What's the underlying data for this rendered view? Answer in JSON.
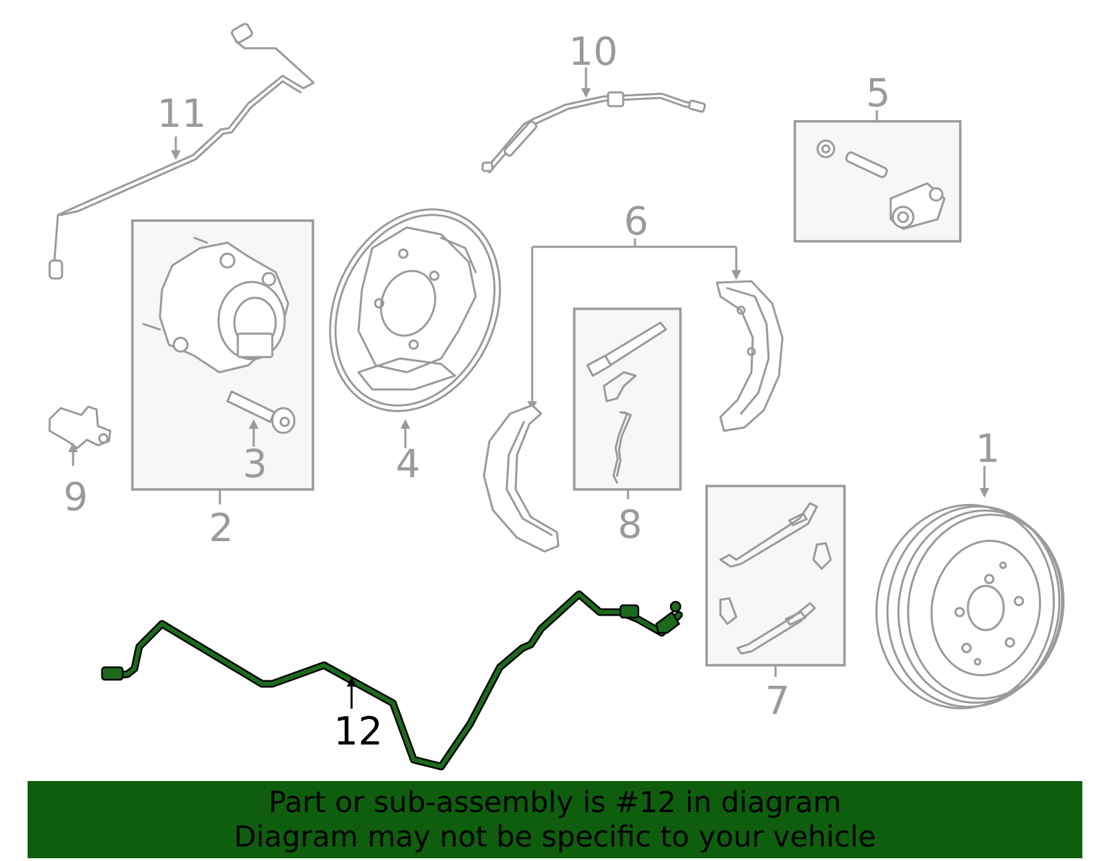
{
  "callouts": {
    "p1": "1",
    "p2": "2",
    "p3": "3",
    "p4": "4",
    "p5": "5",
    "p6": "6",
    "p7": "7",
    "p8": "8",
    "p9": "9",
    "p10": "10",
    "p11": "11",
    "p12": "12"
  },
  "highlight": {
    "part": "12",
    "color": "#0e5e0e"
  },
  "banner": {
    "line1": "Part or sub-assembly is #12 in diagram",
    "line2": "Diagram may not be specific to your vehicle",
    "background": "#0e5e0e"
  }
}
